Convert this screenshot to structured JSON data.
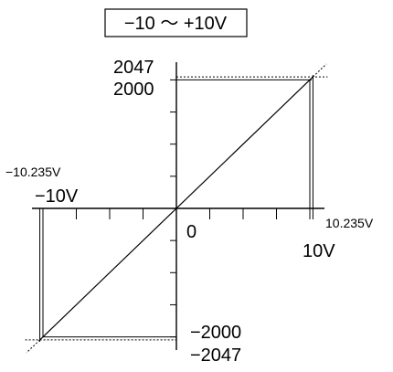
{
  "range_label": "−10 ～ +10V",
  "y_axis": {
    "max_label": "2047",
    "nominal_max_label": "2000",
    "nominal_min_label": "−2000",
    "min_label": "−2047"
  },
  "x_axis": {
    "origin_label": "0",
    "pos_limit_label": "10.235V",
    "pos_nominal_label": "10V",
    "neg_limit_label": "−10.235V",
    "neg_nominal_label": "−10V"
  },
  "chart_data": {
    "type": "line",
    "series": [
      {
        "x": [
          -10.235,
          10.235
        ],
        "y": [
          -2047,
          2047
        ]
      }
    ],
    "x_ticks": [
      -10,
      -7.5,
      -5,
      -2.5,
      0,
      2.5,
      5,
      7.5,
      10
    ],
    "y_ticks": [
      -2000,
      -1500,
      -1000,
      -500,
      0,
      500,
      1000,
      1500,
      2000
    ],
    "xlim": [
      -10.235,
      10.235
    ],
    "ylim": [
      -2047,
      2047
    ]
  }
}
